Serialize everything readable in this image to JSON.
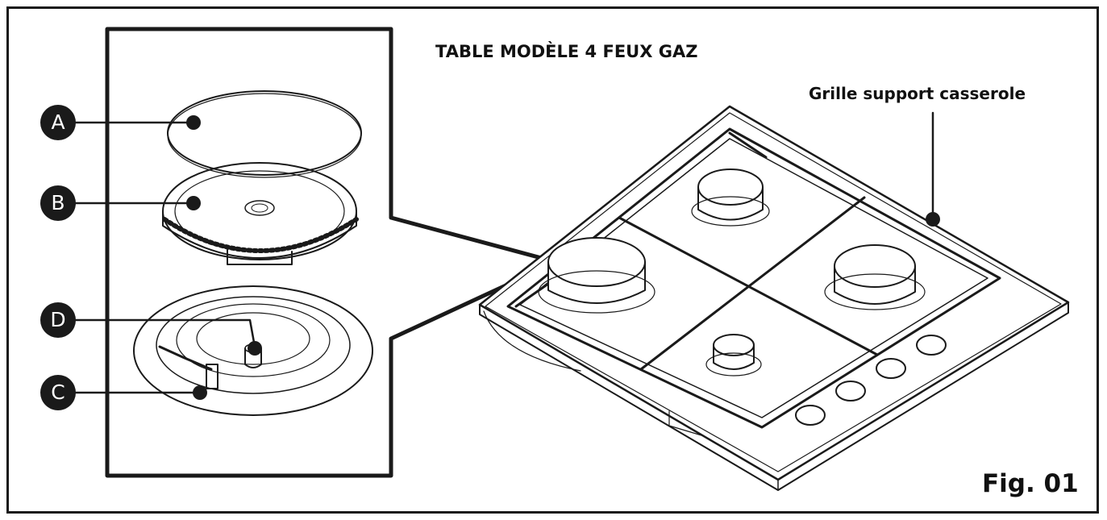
{
  "title": "TABLE MODÈLE 4 FEUX GAZ",
  "callout_grille": "Grille support casserole",
  "figure_label": "Fig. 01",
  "parts": [
    {
      "letter": "A",
      "icon": "burner-cap-icon"
    },
    {
      "letter": "B",
      "icon": "flame-spreader-icon"
    },
    {
      "letter": "D",
      "icon": "injector-icon"
    },
    {
      "letter": "C",
      "icon": "ignition-electrode-icon"
    }
  ],
  "colors": {
    "line": "#1a1a1a",
    "fill": "#ffffff"
  }
}
